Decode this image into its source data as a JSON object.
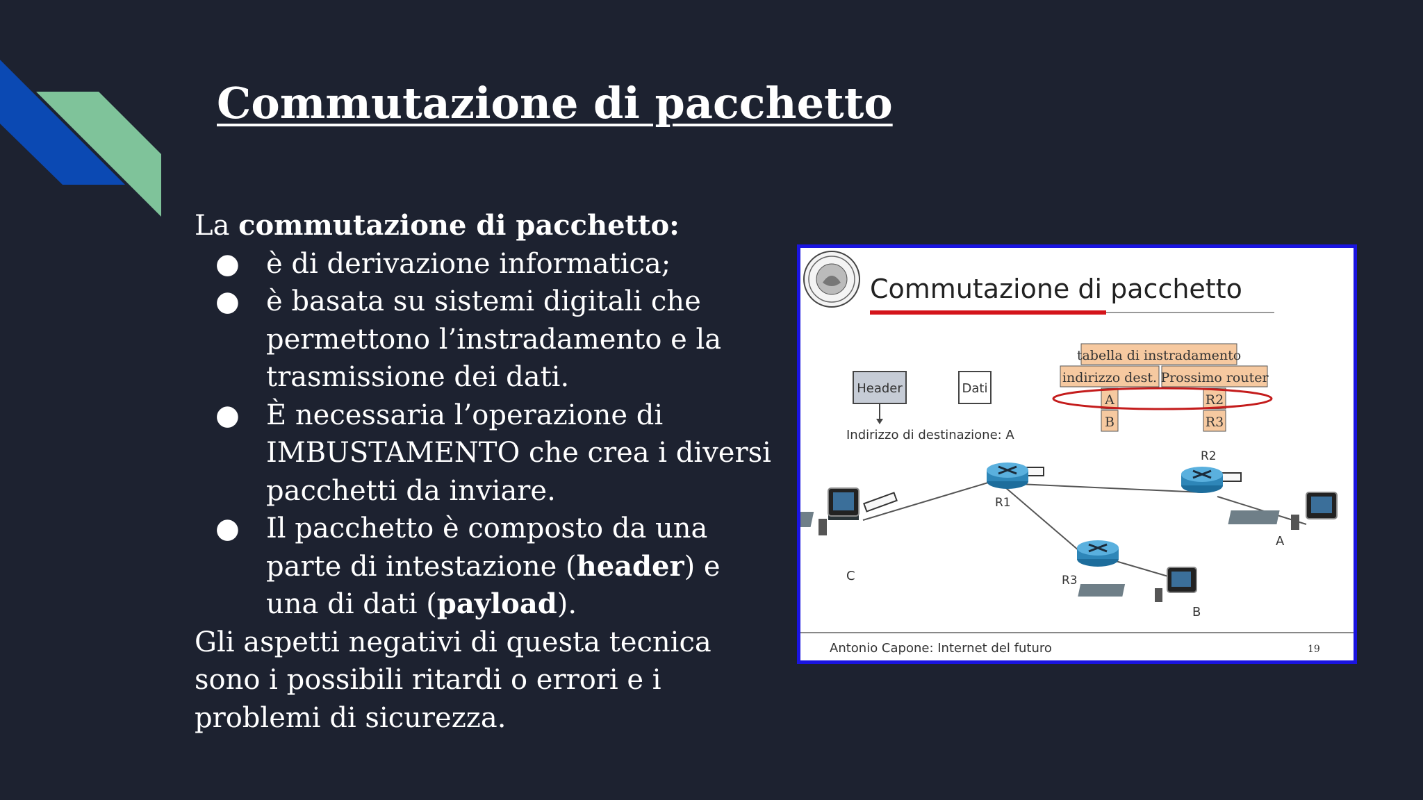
{
  "slide": {
    "title": "Commutazione di pacchetto",
    "intro_prefix": "La ",
    "intro_bold": "commutazione di pacchetto:",
    "bullet_symbol": "●",
    "bullets": {
      "b1": "è di derivazione informatica;",
      "b2": "è basata su sistemi digitali che permettono l’instradamento e la trasmissione dei dati.",
      "b3": "È necessaria l’operazione di IMBUSTAMENTO che crea i diversi pacchetti da inviare.",
      "b4_part1": "Il pacchetto è composto da una parte di intestazione (",
      "b4_bold1": "header",
      "b4_part2": ") e una di dati (",
      "b4_bold2": "payload",
      "b4_part3": ")."
    },
    "closing": "Gli aspetti negativi di questa tecnica sono i possibili ritardi o errori e i problemi di sicurezza."
  },
  "figure": {
    "title": "Commutazione di pacchetto",
    "table_title": "tabella di instradamento",
    "col_dest": "indirizzo dest.",
    "col_next": "Prossimo router",
    "rows": [
      {
        "dest": "A",
        "next": "R2"
      },
      {
        "dest": "B",
        "next": "R3"
      }
    ],
    "header_box": "Header",
    "data_box": "Dati",
    "dest_label": "Indirizzo di destinazione: A",
    "routers": {
      "r1": "R1",
      "r2": "R2",
      "r3": "R3"
    },
    "hosts": {
      "a": "A",
      "b": "B",
      "c": "C"
    },
    "footer_left": "Antonio Capone: Internet del futuro",
    "footer_right": "19"
  },
  "colors": {
    "background": "#1d2230",
    "deco_blue": "#0b49b3",
    "deco_green": "#7fc39a",
    "figure_border": "#1a14e0",
    "router_blue": "#2e86b8",
    "table_fill": "#f6c9a0"
  }
}
